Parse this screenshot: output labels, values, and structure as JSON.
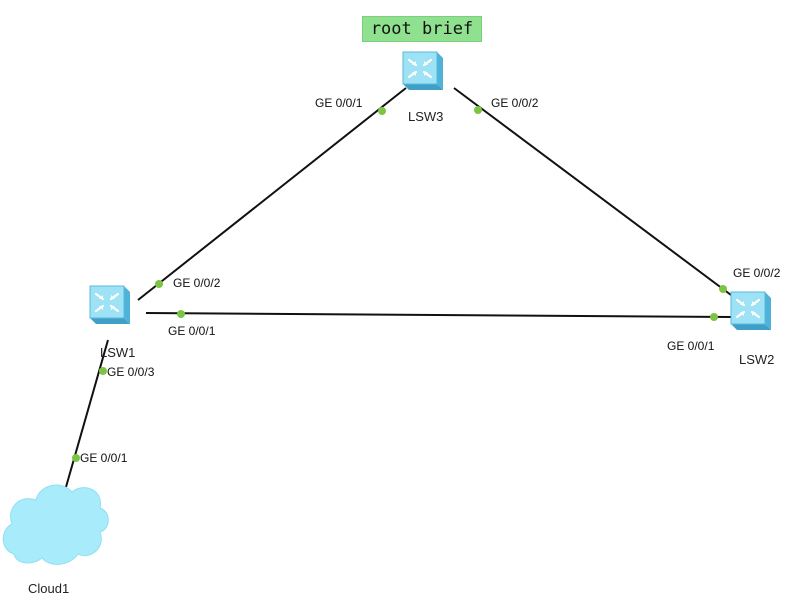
{
  "note": {
    "text": "root brief",
    "color": "#8fe08f"
  },
  "colors": {
    "link": "#111111",
    "port_dot": "#7cc444",
    "switch_face": "#9ee3f5",
    "switch_side": "#4fb3d9",
    "cloud": "#a8ecfb"
  },
  "devices": {
    "lsw1": {
      "label": "LSW1",
      "icon": "switch-icon"
    },
    "lsw2": {
      "label": "LSW2",
      "icon": "switch-icon"
    },
    "lsw3": {
      "label": "LSW3",
      "icon": "switch-icon"
    },
    "cloud1": {
      "label": "Cloud1",
      "icon": "cloud-icon"
    }
  },
  "links": [
    {
      "from": "LSW3",
      "from_port": "GE 0/0/1",
      "to": "LSW1",
      "to_port": "GE 0/0/2"
    },
    {
      "from": "LSW3",
      "from_port": "GE 0/0/2",
      "to": "LSW2",
      "to_port": "GE 0/0/2"
    },
    {
      "from": "LSW1",
      "from_port": "GE 0/0/1",
      "to": "LSW2",
      "to_port": "GE 0/0/1"
    },
    {
      "from": "LSW1",
      "from_port": "GE 0/0/3",
      "to": "Cloud1",
      "to_port": "GE 0/0/1"
    }
  ]
}
